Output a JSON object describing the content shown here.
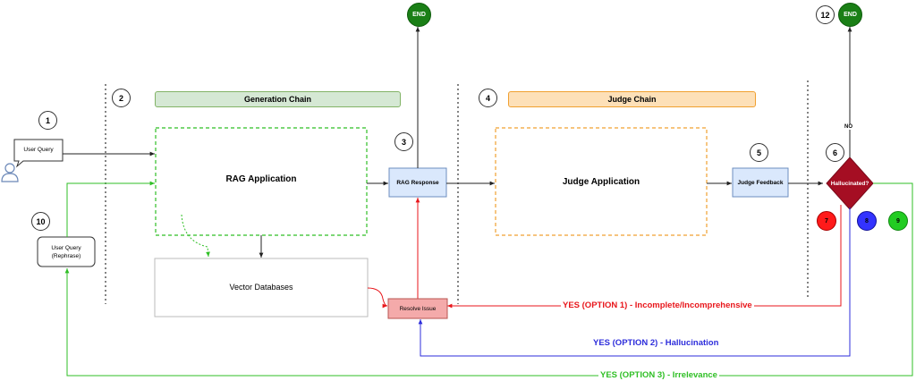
{
  "steps": {
    "s1": "1",
    "s2": "2",
    "s3": "3",
    "s4": "4",
    "s5": "5",
    "s6": "6",
    "s7": "7",
    "s8": "8",
    "s9": "9",
    "s10": "10",
    "s12": "12"
  },
  "end_label": "END",
  "chains": {
    "generation": "Generation Chain",
    "judge": "Judge Chain"
  },
  "nodes": {
    "user_query": "User Query",
    "user_query_rephrase_line1": "User Query",
    "user_query_rephrase_line2": "(Rephrase)",
    "rag_application": "RAG Application",
    "vector_databases": "Vector Databases",
    "rag_response": "RAG Response",
    "resolve_issue": "Resolve Issue",
    "judge_application": "Judge Application",
    "judge_feedback": "Judge Feedback",
    "hallucinated": "Hallucinated?"
  },
  "edges": {
    "no": "NO",
    "option1": "YES (OPTION 1) - Incomplete/Incomprehensive",
    "option2": "YES (OPTION 2) - Hallucination",
    "option3": "YES (OPTION 3) - Irrelevance"
  },
  "colors": {
    "option1": "#e8161b",
    "option2": "#2d2ddb",
    "option3": "#2fbf25",
    "end_green": "#1a7f16",
    "generation_banner": "#d5e8d4",
    "judge_banner": "#fde0b8",
    "hallucinated_diamond": "#a50e23"
  }
}
